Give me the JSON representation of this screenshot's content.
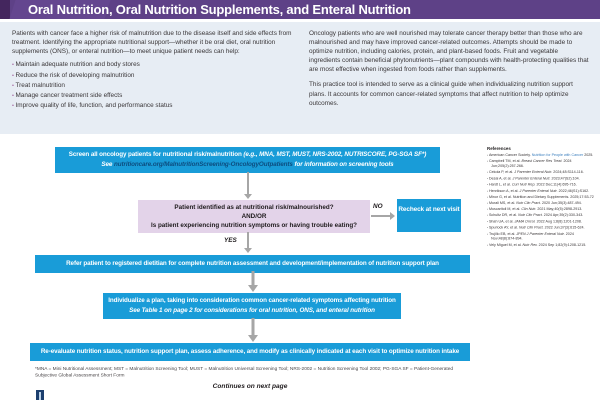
{
  "header": {
    "title": "Oral Nutrition, Oral Nutrition Supplements, and Enteral Nutrition"
  },
  "intro": {
    "left": {
      "paragraph": "Patients with cancer face a higher risk of malnutrition due to the disease itself and side effects from treatment. Identifying the appropriate nutritional support—whether it be oral diet, oral nutrition supplements (ONS), or enteral nutrition—to meet unique patient needs can help:",
      "bullet_glyph": "•",
      "bullets": [
        "Maintain adequate nutrition and body stores",
        "Reduce the risk of developing malnutrition",
        "Treat malnutrition",
        "Manage cancer treatment side effects",
        "Improve quality of life, function, and performance status"
      ]
    },
    "right": {
      "paragraph1": "Oncology patients who are well nourished may tolerate cancer therapy better than those who are malnourished and may have improved cancer-related outcomes. Attempts should be made to optimize nutrition, including calories, protein, and plant-based foods. Fruit and vegetable ingredients contain beneficial phytonutrients—plant compounds with health-protecting qualities that are most effective when ingested from foods rather than supplements.",
      "paragraph2": "This practice tool is intended to serve as a clinical guide when individualizing nutrition support plans. It accounts for common cancer-related symptoms that affect nutrition to help optimize outcomes."
    }
  },
  "flowchart": {
    "box1": {
      "text": "Screen all oncology patients for nutritional risk/malnutrition ",
      "tools": "(e.g., MNA, MST, MUST, NRS-2002, NUTRISCORE, PG-SGA SF*)",
      "see": "See ",
      "link": "nutritioncare.org/MalnutritionScreening-OncologyOutpatients",
      "info": " for information on screening tools"
    },
    "decision": {
      "line1": "Patient identified as at nutritional risk/malnourished?",
      "line2": "AND/OR",
      "line3": "Is patient experiencing nutrition symptoms or having trouble eating?"
    },
    "no_label": "NO",
    "yes_label": "YES",
    "recheck": "Recheck at next visit",
    "box3": "Refer patient to registered dietitian for complete nutrition assessment and development/implementation of nutrition support plan",
    "box4_line1": "Individualize a plan, taking into consideration common cancer-related symptoms affecting nutrition",
    "box4_line2": "See Table 1 on page 2 for considerations for oral nutrition, ONS, and enteral nutrition",
    "box5": "Re-evaluate nutrition status, nutrition support plan, assess adherence, and modify as clinically indicated at each visit to optimize nutrition intake"
  },
  "references": {
    "title": "References",
    "bullet_glyph": "•",
    "items": [
      {
        "pre": "American Cancer Society. ",
        "mid": "Nutrition for People with Cancer",
        "style": "link",
        "post": " 2025."
      },
      {
        "pre": "Campbell TM, et al. ",
        "mid": "Breast Cancer Res Treat.",
        "style": "em",
        "post": " 2024 Jun;205(2):257-266."
      },
      {
        "pre": "Cekola P, et al. ",
        "mid": "J Parenter Enteral Nutr.",
        "style": "em",
        "post": " 2024;48:S114-116."
      },
      {
        "pre": "Desai A, et al. ",
        "mid": "J Parenter Enteral Nutr.",
        "style": "em",
        "post": " 2023;47(S2):104."
      },
      {
        "pre": "Hardt L, et al. ",
        "mid": "Curr Nutr Rep.",
        "style": "em",
        "post": " 2022 Dec;11(4):695-716."
      },
      {
        "pre": "Henrikson A, et al. ",
        "mid": "J Parenter Enteral Nutr.",
        "style": "em",
        "post": " 2022;46(S1):S162."
      },
      {
        "pre": "Minor G, et al. Nutrition and Dietary Supplements. 2025;17:53-72",
        "mid": "",
        "style": "",
        "post": ""
      },
      {
        "pre": "Murali MS, et al. ",
        "mid": "Nutr Clin Pract.",
        "style": "em",
        "post": " 2020 Jun;35(3):487-494."
      },
      {
        "pre": "Muscaritoli M, et al. ",
        "mid": "Clin Nutr.",
        "style": "em",
        "post": " 2021 May;40(5):2898-2913."
      },
      {
        "pre": "Schultz DR, et al. ",
        "mid": "Nutr Clin Pract.",
        "style": "em",
        "post": " 2024 Apr;39(2):330-343."
      },
      {
        "pre": "Shah UA, et al. ",
        "mid": "JAMA Oncol.",
        "style": "em",
        "post": " 2022 Aug 1;8(8):1201-1208."
      },
      {
        "pre": "Spurlock AY, et al. ",
        "mid": "Nutr Clin Pract.",
        "style": "em",
        "post": " 2022 Jun;37(3):615-624."
      },
      {
        "pre": "Trujillo EB, et al. ",
        "mid": "JPEN J Parenter Enteral Nutr.",
        "style": "em",
        "post": " 2024 Nov;48(8):874-894."
      },
      {
        "pre": "Vely Miguel M, et al. ",
        "mid": "Nutr Rev.",
        "style": "em",
        "post": " 2024 Sep 1;82(9):1208-1215."
      }
    ]
  },
  "footer": {
    "footnote": "*MNA = Mini Nutritional Assessment; MST = Malnutrition Screening Tool; MUST = Malnutrition Universal Screening Tool; NRS-2002 = Nutrition Screening Tool 2002; PG-SGA SF = Patient-Generated Subjective Global Assessment Short Form",
    "continues": "Continues on next page"
  },
  "colors": {
    "header_purple": "#5e4187",
    "header_dark": "#44265e",
    "intro_bg": "#e7edf4",
    "box_blue": "#199cd8",
    "box_link_navy": "#0d4d7f",
    "decision_lavender": "#e3d3e9",
    "arrow_gray": "#a6a6a6",
    "reference_link_blue": "#3c7fbe",
    "bullet_purple": "#a2659f",
    "logo_navy": "#1c3f6e"
  }
}
